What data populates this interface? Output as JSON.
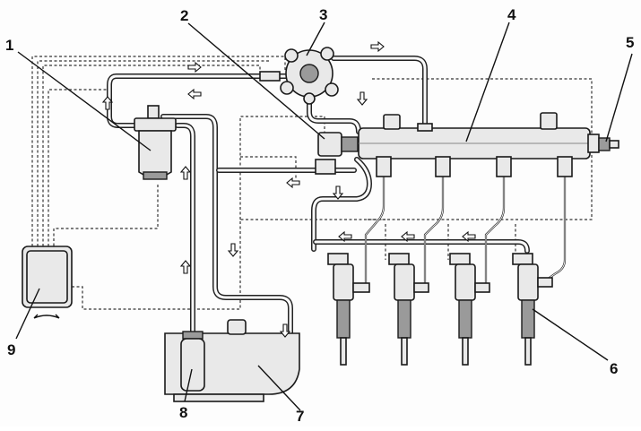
{
  "diagram": {
    "callouts": [
      {
        "id": "1",
        "text": "1"
      },
      {
        "id": "2",
        "text": "2"
      },
      {
        "id": "3",
        "text": "3"
      },
      {
        "id": "4",
        "text": "4"
      },
      {
        "id": "5",
        "text": "5"
      },
      {
        "id": "6",
        "text": "6"
      },
      {
        "id": "7",
        "text": "7"
      },
      {
        "id": "8",
        "text": "8"
      },
      {
        "id": "9",
        "text": "9"
      }
    ],
    "colors": {
      "line": "#222222",
      "fill": "#e9e9e9",
      "background": "#fdfdfd"
    },
    "icons": [
      "fuel-filter-icon",
      "pressure-regulator-icon",
      "high-pressure-pump-icon",
      "common-rail-icon",
      "pressure-sensor-icon",
      "injector-icon",
      "fuel-tank-icon",
      "fuel-pump-icon",
      "ecu-icon"
    ]
  }
}
